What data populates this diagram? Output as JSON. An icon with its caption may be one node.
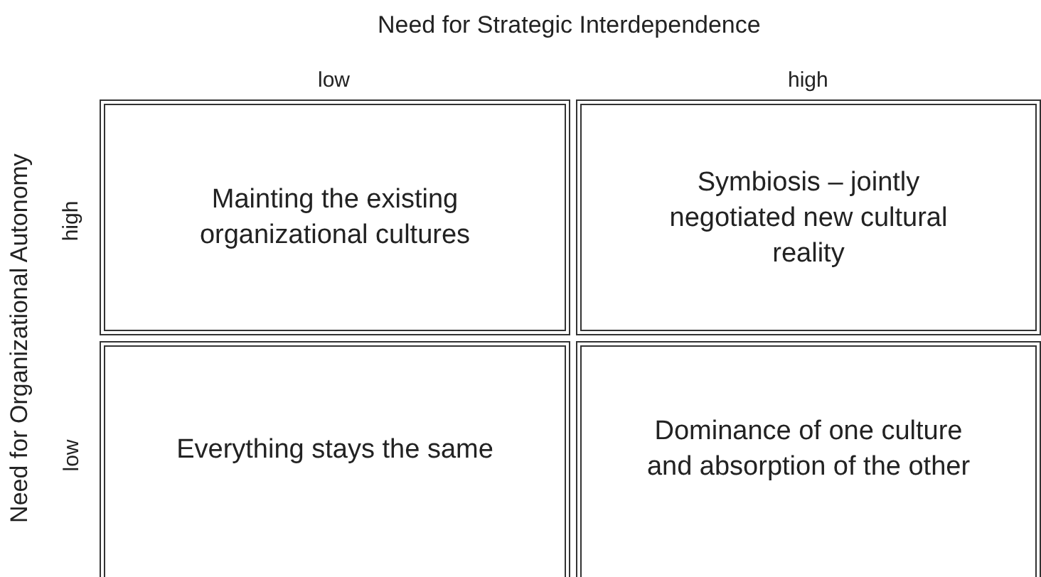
{
  "diagram": {
    "nodes": [
      {
        "text": [
          "Mainting the existing organizational cultures"
        ]
      },
      {
        "text": [
          "Symbiosis – jointly negotiated new cultural reality"
        ]
      },
      {
        "text": [
          "Everything stays the same"
        ]
      },
      {
        "text": [
          "Dominance of one culture and absorption of the other"
        ]
      }
    ],
    "labels": [
      "Need for Strategic Interdependence",
      "low",
      "high",
      "Need for Organizational Autonomy",
      "high",
      "low"
    ]
  }
}
